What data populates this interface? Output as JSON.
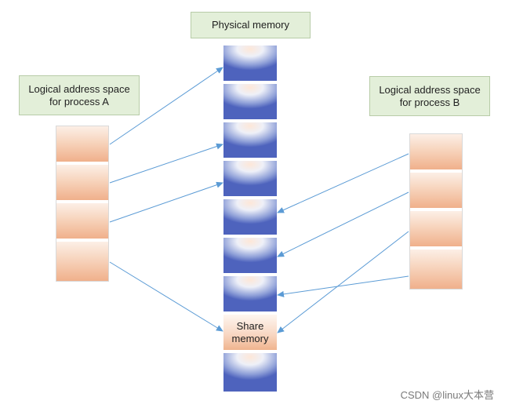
{
  "labels": {
    "physical": "Physical memory",
    "process_a": "Logical address space\nfor process A",
    "process_b": "Logical address space\nfor process B",
    "share": "Share\nmemory"
  },
  "watermark": "CSDN @linux大本营",
  "colors": {
    "label_fill": "#e3efd9",
    "arrow": "#5b9bd5",
    "phys_block_dark": "#4e63bd",
    "logical_block": "#f0b08b"
  }
}
